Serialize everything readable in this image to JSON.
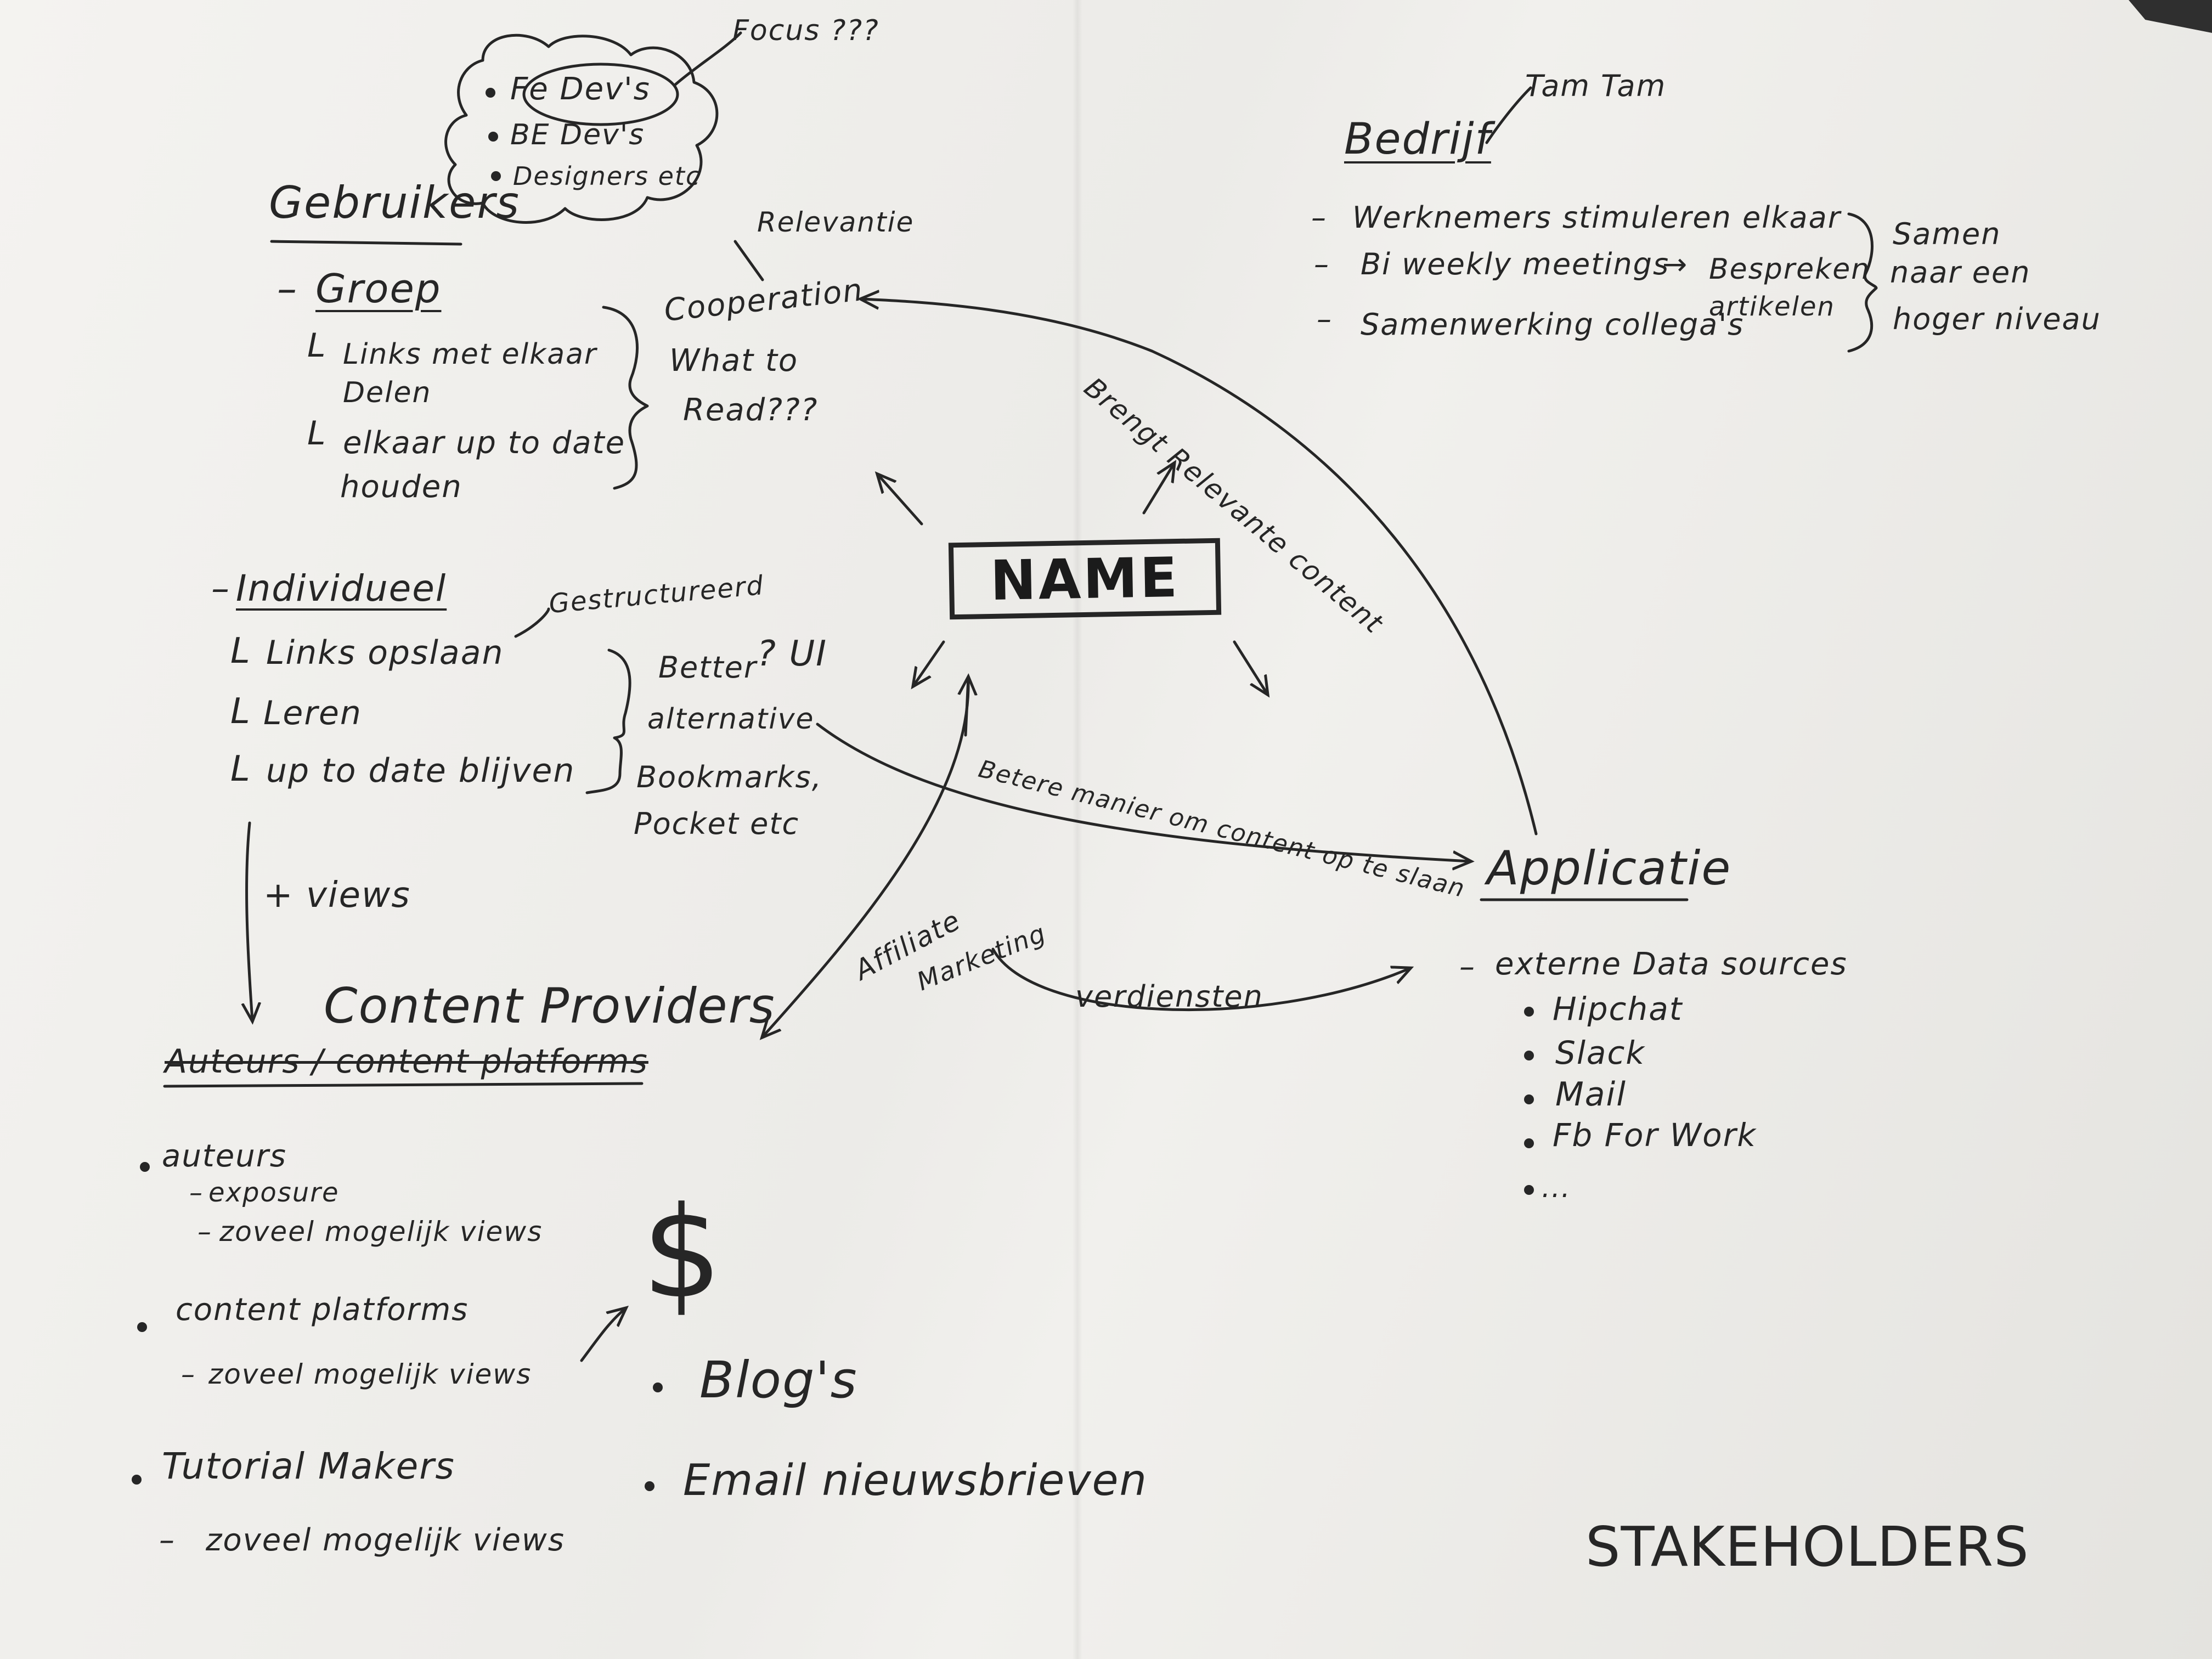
{
  "center": {
    "label": "NAME"
  },
  "gebruikers": {
    "title": "Gebruikers",
    "cloud": {
      "items": [
        "Fe Dev's",
        "BE Dev's",
        "Designers etc"
      ],
      "note": "Focus ???"
    },
    "groep": {
      "title": "Groep",
      "items": [
        "Links met elkaar",
        "Delen",
        "elkaar up to date",
        "houden"
      ],
      "brace_note": [
        "Cooperation",
        "What to",
        "Read???"
      ],
      "side_note": "Relevantie"
    },
    "individueel": {
      "title": "Individueel",
      "items": [
        "Links opslaan",
        "Leren",
        "up to date blijven"
      ],
      "side_note": "Gestructureerd",
      "brace_note": [
        "Better",
        "alternative",
        "Bookmarks,",
        "Pocket etc"
      ],
      "ui_note": "? UI"
    },
    "arrow_note": "+ views"
  },
  "content_providers": {
    "title": "Content Providers",
    "struck_title": "Auteurs / content platforms",
    "groups": [
      {
        "label": "auteurs",
        "subs": [
          "exposure",
          "zoveel mogelijk views"
        ]
      },
      {
        "label": "content platforms",
        "subs": [
          "zoveel mogelijk views"
        ]
      },
      {
        "label": "Tutorial Makers",
        "subs": [
          "zoveel mogelijk views"
        ]
      }
    ]
  },
  "money": {
    "symbol": "$",
    "items": [
      "Blog's",
      "Email nieuwsbrieven"
    ]
  },
  "bedrijf": {
    "title": "Bedrijf",
    "note": "Tam Tam",
    "items": [
      "Werknemers stimuleren elkaar",
      "Bi weekly meetings",
      "Samenwerking collega's"
    ],
    "meeting_note": [
      "Bespreken",
      "artikelen"
    ],
    "brace_note": [
      "Samen",
      "naar een",
      "hoger niveau"
    ]
  },
  "applicatie": {
    "title": "Applicatie",
    "subtitle": "externe Data sources",
    "items": [
      "Hipchat",
      "Slack",
      "Mail",
      "Fb For Work",
      "..."
    ]
  },
  "connections": {
    "brengt": "Brengt Relevante content",
    "betere": "Betere manier om content op te slaan",
    "affiliate": [
      "Affiliate",
      "Marketing"
    ],
    "verdiensten": "verdiensten"
  },
  "footer": {
    "label": "STAKEHOLDERS"
  }
}
